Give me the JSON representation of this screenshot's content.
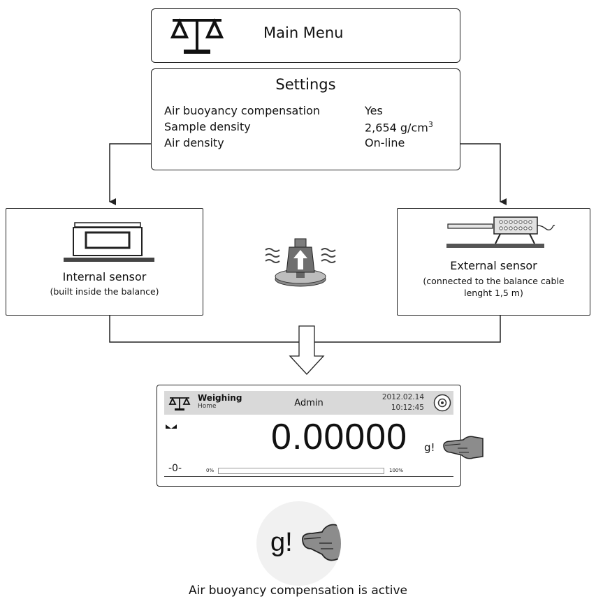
{
  "main_menu": {
    "title": "Main Menu",
    "icon": "balance-scale-icon"
  },
  "settings": {
    "title": "Settings",
    "rows": [
      {
        "label": "Air buoyancy compensation",
        "value": "Yes"
      },
      {
        "label": "Sample density",
        "value": "2,654 g/cm",
        "sup": "3"
      },
      {
        "label": "Air density",
        "value": "On-line"
      }
    ]
  },
  "internal_sensor": {
    "title": "Internal sensor",
    "subtitle": "(built inside the balance)"
  },
  "external_sensor": {
    "title": "External sensor",
    "subtitle": "(connected to the balance cable lenght 1,5 m)"
  },
  "display": {
    "mode": "Weighing",
    "screen": "Home",
    "user": "Admin",
    "date": "2012.02.14",
    "time": "10:12:45",
    "reading": "0.00000",
    "unit": "g!",
    "zero_indicator": "-0-",
    "progress_min_label": "0%",
    "progress_max_label": "100%",
    "progress": 0
  },
  "zoom": {
    "symbol": "g!"
  },
  "caption": "Air buoyancy compensation is active",
  "colors": {
    "line": "#222222",
    "header_bg": "#d9d9d9",
    "weight_icon_gray": "#6f6f6f"
  }
}
